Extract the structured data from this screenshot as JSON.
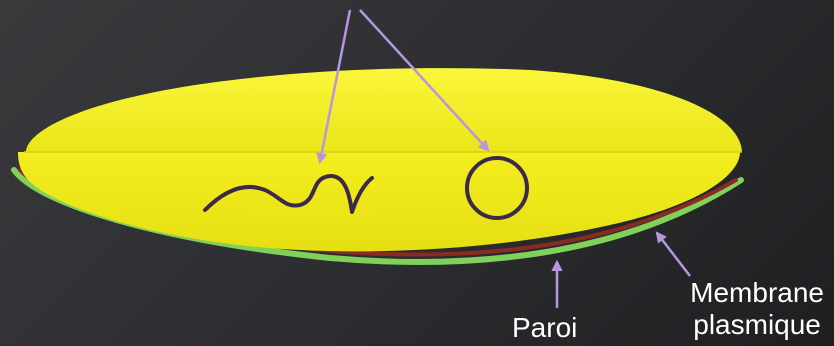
{
  "labels": {
    "paroi": "Paroi",
    "membrane_line1": "Membrane",
    "membrane_line2": "plasmique"
  },
  "colors": {
    "background": "#2e2f32",
    "cytoplasm": "#f3ef1c",
    "wall": "#7fd15a",
    "membrane": "#8b2a22",
    "annotation_arrow": "#b797dd",
    "chromosome": "#3b2a4a",
    "label_text": "#ffffff"
  }
}
